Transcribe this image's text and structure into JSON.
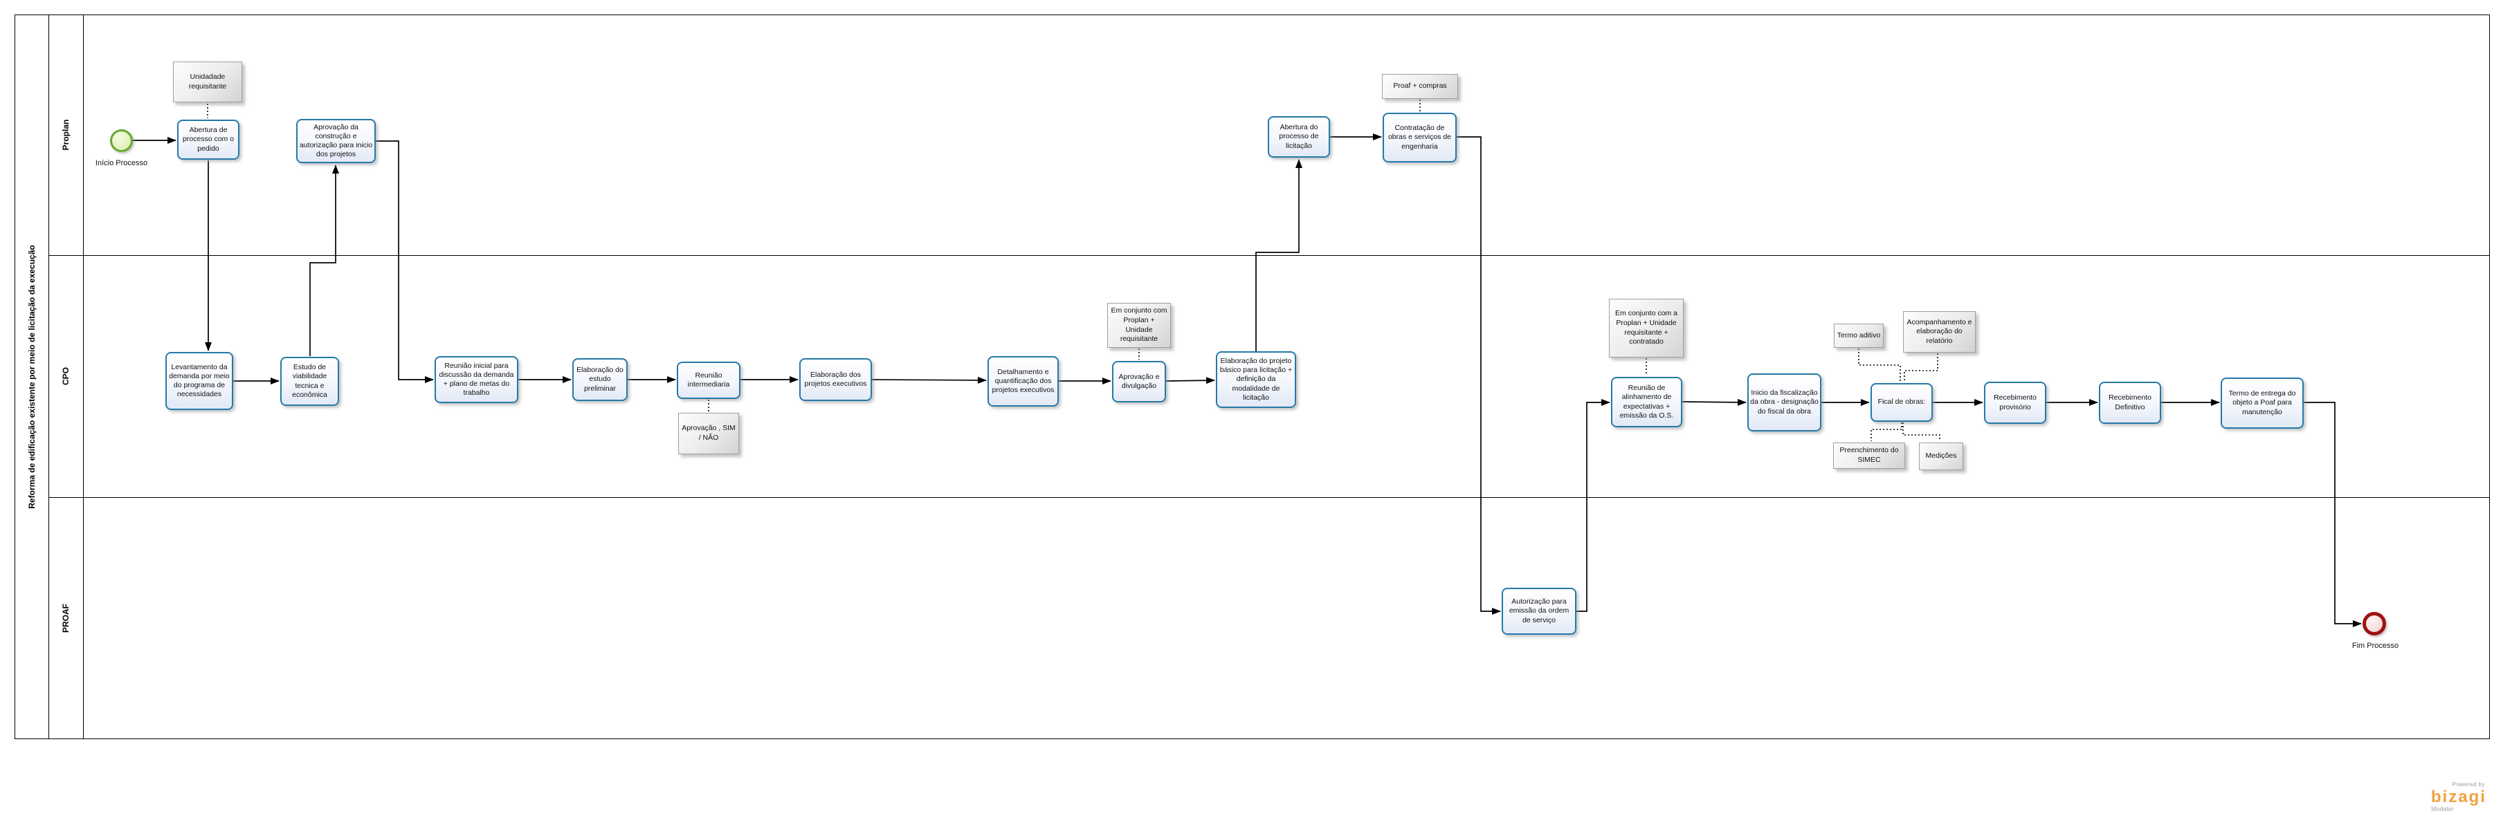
{
  "pool": {
    "title": "Reforma de edificação existente por meio de licitação da execução"
  },
  "lanes": [
    {
      "label": "Proplan"
    },
    {
      "label": "CPO"
    },
    {
      "label": "PROAF"
    }
  ],
  "events": {
    "start": {
      "label": "Início Processo"
    },
    "end": {
      "label": "Fim Processo"
    }
  },
  "tasks": {
    "abertura_pedido": "Abertura de processo com o pedido",
    "aprovacao_construcao": "Aprovação da construção e autorização para inicio dos projetos",
    "abertura_licitacao": "Abertura do processo de licitação",
    "contratacao_obras": "Contratação de obras e serviços de engenharia",
    "levantamento_demanda": "Levantamento da demanda por meio do programa de necessidades",
    "estudo_viabilidade": "Estudo de viabilidade tecnica e econômica",
    "reuniao_inicial": "Reunião inicial para discussão da demanda + plano de metas do trabalho",
    "estudo_preliminar": "Elaboração do estudo preliminar",
    "reuniao_intermediaria": "Reunião intermediaria",
    "projetos_executivos": "Elaboração dos projetos executivos",
    "detalhamento": "Detalhamento e quantificação dos projetos executivos",
    "aprovacao_divulgacao": "Aprovação e divulgação",
    "projeto_basico": "Elaboração do projeto básico para licitação + definição da modalidade de licitação",
    "reuniao_alinhamento": "Reunião de alinhamento de expectativas + emissão da O.S.",
    "inicio_fiscalizacao": "Inicio da fiscalização da obra - designação do fiscal da obra",
    "fiscal_obras": "Fical de obras:",
    "recebimento_provisorio": "Recebimento provisório",
    "recebimento_definitivo": "Recebimento Definitivo",
    "termo_entrega": "Termo de entrega do objeto a Poaf para manutenção",
    "autorizacao_os": "Autorização para emissão da ordem de serviço"
  },
  "annotations": {
    "unidade_requisitante": "Unidadade requisitante",
    "proaf_compras": "Proaf + compras",
    "aprovacao_sim_nao": "Aprovação , SIM / NÃO",
    "conjunto_proplan_unidade": "Em conjunto com Proplan + Unidade requisitante",
    "conjunto_proplan_contratado": "Em conjunto com a Proplan + Unidade requisitante + contratado",
    "termo_aditivo": "Termo aditivo",
    "acompanhamento_relatorio": "Acompanhamento e elaboração do relatório",
    "preenchimento_simec": "Preenchimento do SIMEC",
    "medicoes": "Medições"
  },
  "branding": {
    "powered_by": "Powered by",
    "name": "bizagi",
    "product": "Modeler"
  },
  "colors": {
    "task_border": "#2579a8",
    "start_event_green": "#66a832",
    "end_event_red": "#9e1212",
    "bizagi_orange": "#f0a23c"
  }
}
